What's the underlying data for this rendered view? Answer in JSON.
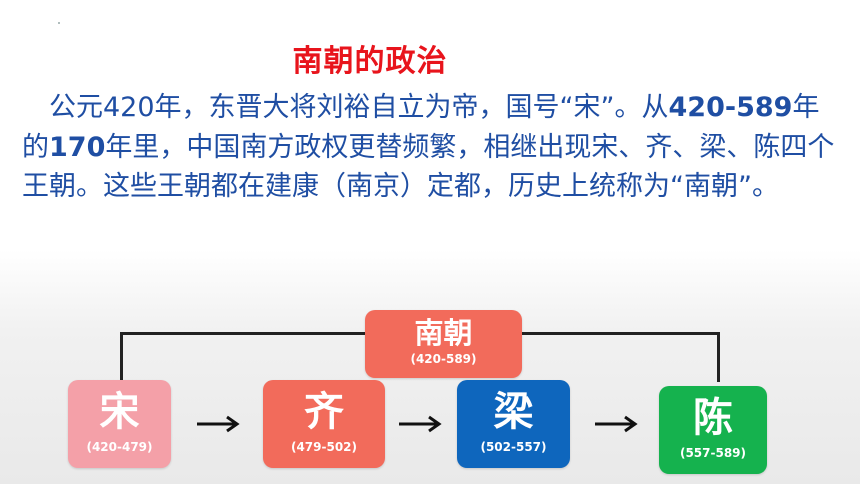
{
  "title": "南朝的政治",
  "paragraph": {
    "p1": "公元420年，东晋大将刘裕自立为帝，国号“宋”。从",
    "p2b": "420-589",
    "p3": "年的",
    "p4b": "170",
    "p5": "年里，中国南方政权更替频繁，相继出现宋、齐、梁、陈四个王朝。这些王朝都在建康（南京）定都，历史上统称为“南朝”。"
  },
  "diagram": {
    "top": {
      "name": "南朝",
      "years": "(420-589)",
      "color": "#f26b5b"
    },
    "dynasties": [
      {
        "name": "宋",
        "years": "(420-479)",
        "color": "#f4a0a8"
      },
      {
        "name": "齐",
        "years": "(479-502)",
        "color": "#f26b5b"
      },
      {
        "name": "梁",
        "years": "(502-557)",
        "color": "#0e66bd"
      },
      {
        "name": "陈",
        "years": "(557-589)",
        "color": "#15b24e"
      }
    ],
    "arrow_icon": "right-arrow-icon"
  }
}
